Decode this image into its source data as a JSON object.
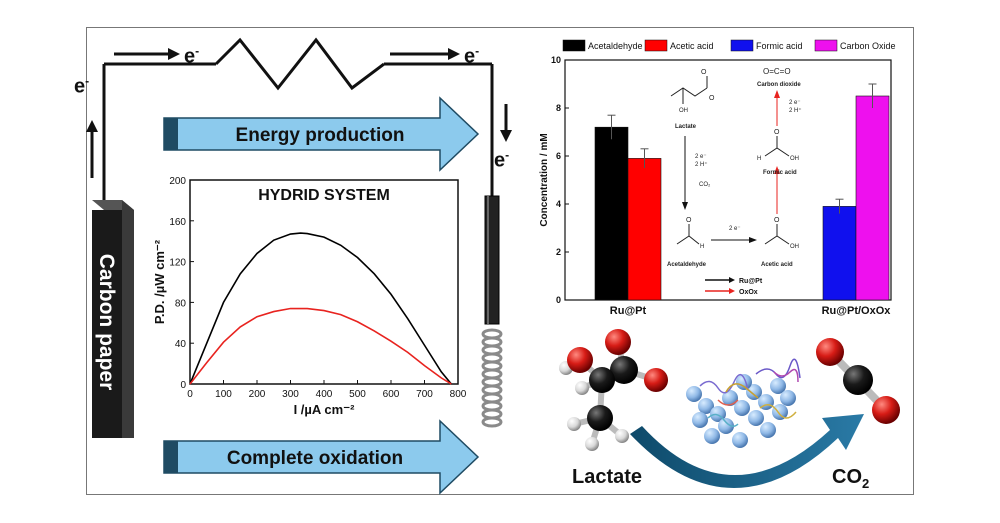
{
  "electrons": {
    "e": "e",
    "sup": "-"
  },
  "banners": {
    "top": "Energy production",
    "bottom": "Complete  oxidation"
  },
  "electrode": {
    "label": "Carbon paper"
  },
  "pd_chart": {
    "title": "HYDRID SYSTEM",
    "ylabel": "P.D. /µW cm⁻²",
    "xlabel": "I /µA cm⁻²",
    "xticks": [
      "0",
      "100",
      "200",
      "300",
      "400",
      "500",
      "600",
      "700",
      "800"
    ],
    "yticks": [
      "0",
      "40",
      "80",
      "120",
      "160",
      "200"
    ]
  },
  "chart_data": [
    {
      "type": "line",
      "title": "HYDRID SYSTEM",
      "xlabel": "I /µA cm⁻²",
      "ylabel": "P.D. /µW cm⁻²",
      "xlim": [
        0,
        800
      ],
      "ylim": [
        0,
        200
      ],
      "grid": false,
      "series": [
        {
          "color": "#000000",
          "x": [
            0,
            50,
            100,
            150,
            200,
            250,
            300,
            330,
            350,
            400,
            450,
            500,
            550,
            600,
            650,
            700,
            750,
            780
          ],
          "y": [
            0,
            40,
            80,
            108,
            128,
            141,
            147,
            148,
            147.5,
            144,
            136,
            124,
            108,
            88,
            64,
            38,
            12,
            0
          ]
        },
        {
          "color": "#e8231f",
          "x": [
            0,
            50,
            100,
            150,
            200,
            250,
            300,
            330,
            350,
            400,
            450,
            500,
            550,
            600,
            650,
            700,
            750,
            780
          ],
          "y": [
            0,
            21,
            41,
            56,
            66,
            71,
            74,
            74,
            74,
            72,
            68,
            61,
            52,
            42,
            31,
            18,
            6,
            0
          ]
        }
      ]
    },
    {
      "type": "bar",
      "ylabel": "Concentration / mM",
      "ylim": [
        0,
        10
      ],
      "categories": [
        "Ru@Pt",
        "Ru@Pt/OxOx"
      ],
      "legend_position": "top",
      "series": [
        {
          "name": "Acetaldehyde",
          "color": "#000000",
          "values": [
            7.2,
            0
          ],
          "errors": [
            0.5,
            0
          ]
        },
        {
          "name": "Acetic acid",
          "color": "#ff0000",
          "values": [
            5.9,
            0
          ],
          "errors": [
            0.4,
            0
          ]
        },
        {
          "name": "Formic acid",
          "color": "#1010ee",
          "values": [
            0,
            3.9
          ],
          "errors": [
            0,
            0.3
          ]
        },
        {
          "name": "Carbon Oxide",
          "color": "#ee10ee",
          "values": [
            0,
            8.5
          ],
          "errors": [
            0,
            0.5
          ]
        }
      ],
      "yticks": [
        "0",
        "2",
        "4",
        "6",
        "8",
        "10"
      ]
    }
  ],
  "pathway": {
    "lactate": "Lactate",
    "acetaldehyde": "Acetaldehyde",
    "acetic_acid": "Acetic acid",
    "formic_acid": "Formic acid",
    "carbon_dioxide": "Carbon dioxide",
    "step_lac": "2 e⁻",
    "step_lac2": "2 H⁺",
    "co2": "CO₂",
    "step_ald": "2 e⁻",
    "step_form": "2 e⁻",
    "step_form2": "2 H⁺",
    "legend_rupt": "Ru@Pt",
    "legend_oxox": "OxOx",
    "oh": "OH",
    "h": "H"
  },
  "molecules": {
    "lactate": "Lactate",
    "co2": "CO",
    "co2_sub": "2"
  },
  "colors": {
    "banner": "#8ccaed",
    "banner_dark": "#1f4b63",
    "red": "#e8231f",
    "black": "#000000"
  }
}
